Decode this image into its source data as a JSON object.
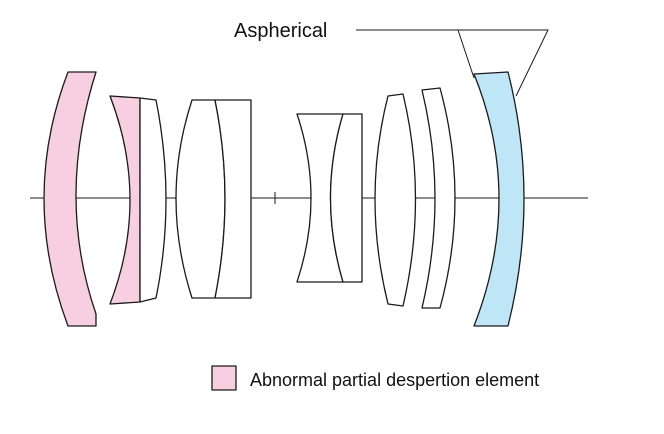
{
  "annotation": {
    "aspherical_label": "Aspherical"
  },
  "legend": {
    "label": "Abnormal partial despertion element"
  },
  "colors": {
    "background": "#ffffff",
    "outline": "#1a1a1a",
    "special_dispersion": "#f7cfe0",
    "aspherical": "#bfe6f7",
    "plain_element": "#ffffff"
  },
  "elements": [
    {
      "id": 1,
      "type": "special_dispersion"
    },
    {
      "id": 2,
      "type": "special_dispersion"
    },
    {
      "id": 3,
      "type": "plain"
    },
    {
      "id": 4,
      "type": "plain"
    },
    {
      "id": 5,
      "type": "plain"
    },
    {
      "id": 6,
      "type": "plain"
    },
    {
      "id": 7,
      "type": "plain"
    },
    {
      "id": 8,
      "type": "plain"
    },
    {
      "id": 9,
      "type": "plain"
    },
    {
      "id": 10,
      "type": "aspherical"
    }
  ]
}
